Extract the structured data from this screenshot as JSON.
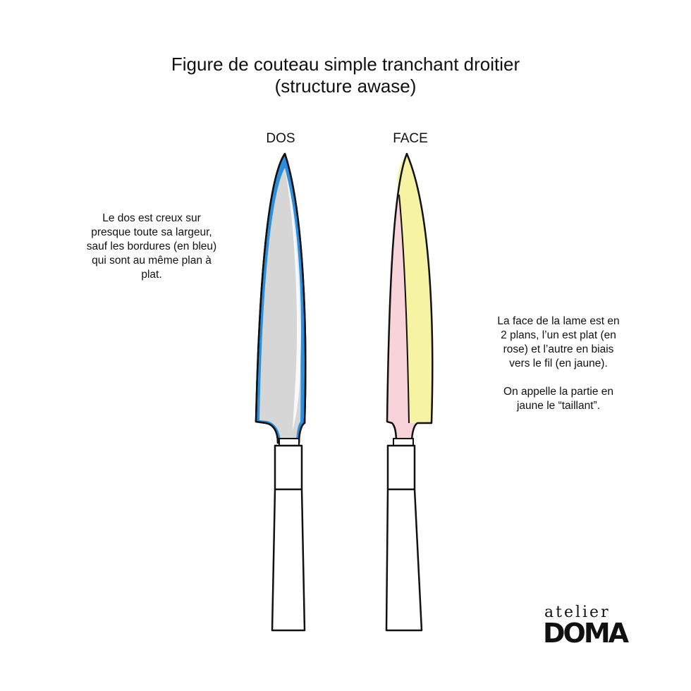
{
  "title": {
    "line1": "Figure de couteau simple tranchant droitier",
    "line2": "(structure awase)"
  },
  "knives": {
    "dos": {
      "label": "DOS",
      "note": "Le dos est creux sur\npresque toute sa largeur,\nsauf les bordures (en bleu)\nqui sont au même plan à\nplat."
    },
    "face": {
      "label": "FACE",
      "note": "La face de la lame est en\n2 plans, l’un est plat (en\nrose) et l’autre en biais\nvers le fil (en jaune).\n\nOn appelle la partie en\njaune le “taillant”."
    }
  },
  "colors": {
    "border_blue": "#2b8fe0",
    "hollow_grey": "#d6d6d6",
    "flat_pink": "#f9d3da",
    "bevel_yellow": "#f6f3a2",
    "outline": "#111111"
  },
  "logo": {
    "top": "atelier",
    "bottom": "DOMA"
  }
}
